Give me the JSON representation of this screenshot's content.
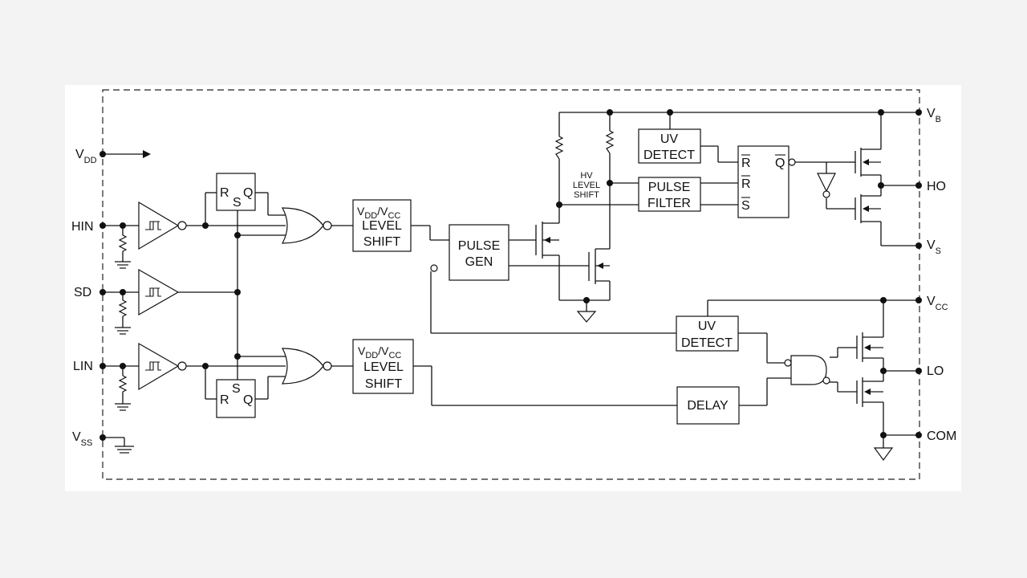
{
  "pins": {
    "vdd": "V",
    "vdd_sub": "DD",
    "hin": "HIN",
    "sd": "SD",
    "lin": "LIN",
    "vss": "V",
    "vss_sub": "SS",
    "vb": "V",
    "vb_sub": "B",
    "ho": "HO",
    "vs": "V",
    "vs_sub": "S",
    "vcc": "V",
    "vcc_sub": "CC",
    "lo": "LO",
    "com": "COM"
  },
  "latch_top": {
    "r": "R",
    "s": "S",
    "q": "Q"
  },
  "latch_bottom": {
    "r": "R",
    "s": "S",
    "q": "Q"
  },
  "level_shift_top": {
    "v1": "V",
    "sub1": "DD",
    "slash": "/V",
    "sub2": "CC",
    "line2": "LEVEL",
    "line3": "SHIFT"
  },
  "level_shift_bottom": {
    "v1": "V",
    "sub1": "DD",
    "slash": "/V",
    "sub2": "CC",
    "line2": "LEVEL",
    "line3": "SHIFT"
  },
  "pulse_gen": {
    "line1": "PULSE",
    "line2": "GEN"
  },
  "hv_level_shift": {
    "line1": "HV",
    "line2": "LEVEL",
    "line3": "SHIFT"
  },
  "uv_detect_high": {
    "line1": "UV",
    "line2": "DETECT"
  },
  "pulse_filter": {
    "line1": "PULSE",
    "line2": "FILTER"
  },
  "high_latch": {
    "r1": "R",
    "r2": "R",
    "s": "S",
    "q": "Q"
  },
  "uv_detect_low": {
    "line1": "UV",
    "line2": "DETECT"
  },
  "delay": {
    "label": "DELAY"
  },
  "colors": {
    "background": "#f3f3f3",
    "panel": "#ffffff",
    "line": "#111111"
  }
}
